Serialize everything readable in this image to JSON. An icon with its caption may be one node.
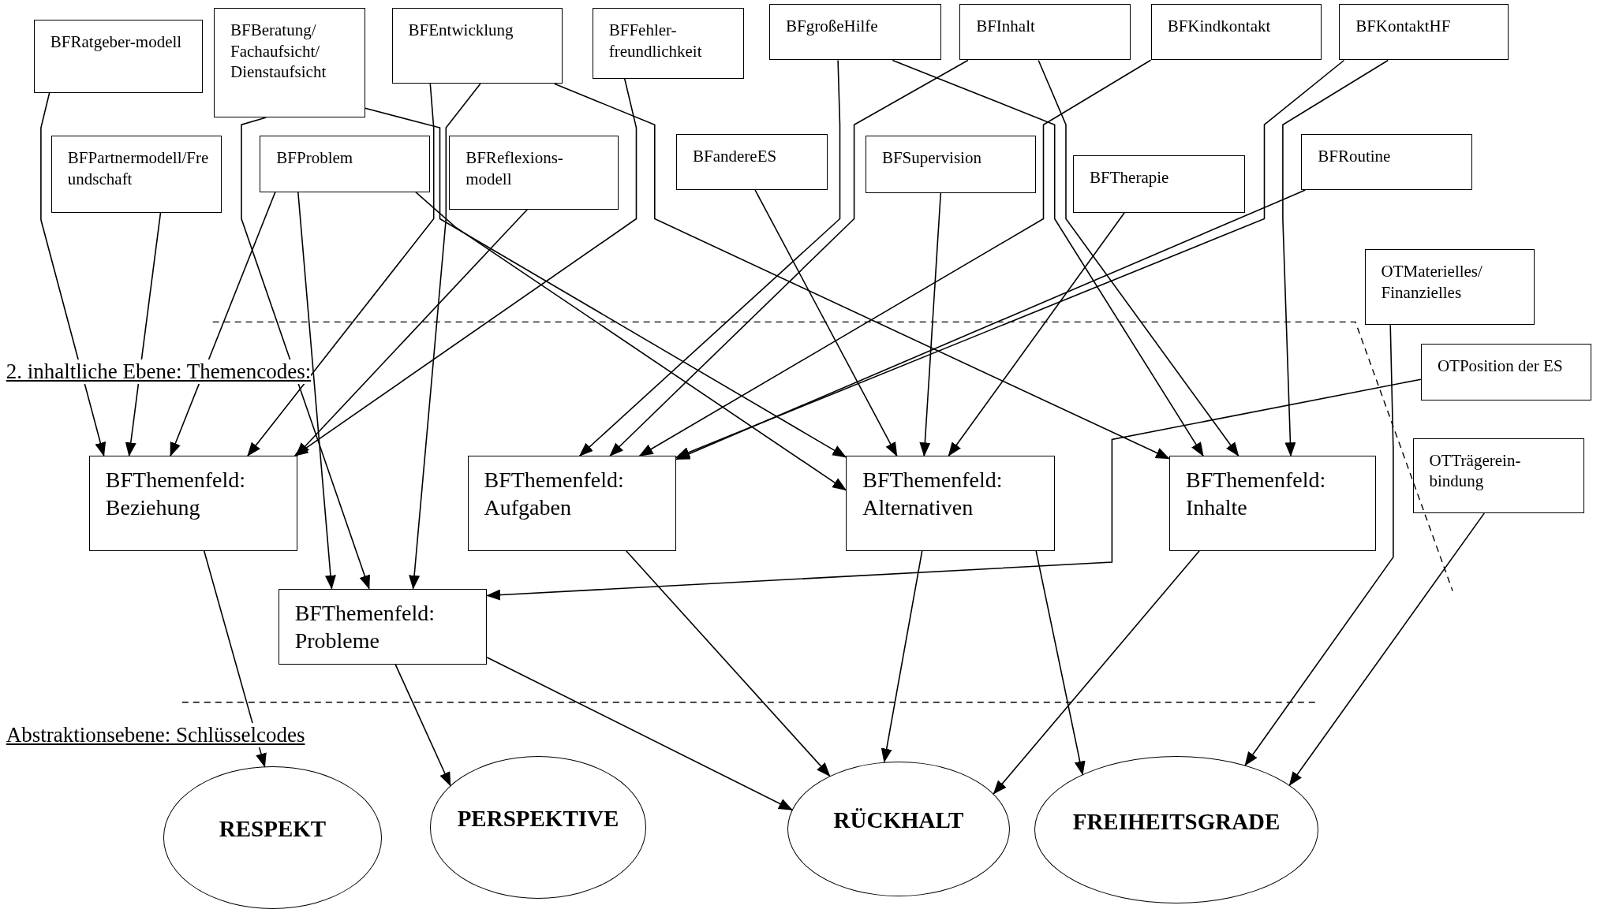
{
  "diagram": {
    "nodes": [
      {
        "text": [
          "BFRatgeber-modell"
        ]
      },
      {
        "text": [
          "BFBeratung/ Fachaufsicht/ Dienstaufsicht"
        ]
      },
      {
        "text": [
          "BFEntwicklung"
        ]
      },
      {
        "text": [
          "BFFehler-freundlichkeit"
        ]
      },
      {
        "text": [
          "BFgroßeHilfe"
        ]
      },
      {
        "text": [
          "BFInhalt"
        ]
      },
      {
        "text": [
          "BFKindkontakt"
        ]
      },
      {
        "text": [
          "BFKontaktHF"
        ]
      },
      {
        "text": [
          "BFPartnermodell/Freundschaft"
        ]
      },
      {
        "text": [
          "BFProblem"
        ]
      },
      {
        "text": [
          "BFReflexions-modell"
        ]
      },
      {
        "text": [
          "BFandereES"
        ]
      },
      {
        "text": [
          "BFSupervision"
        ]
      },
      {
        "text": [
          "BFTherapie"
        ]
      },
      {
        "text": [
          "BFRoutine"
        ]
      },
      {
        "text": [
          "OTMaterielles/ Finanzielles"
        ]
      },
      {
        "text": [
          "OTPosition der ES"
        ]
      },
      {
        "text": [
          "OTTrägerein-bindung"
        ]
      },
      {
        "text": [
          "BFThemenfeld: Beziehung"
        ]
      },
      {
        "text": [
          "BFThemenfeld: Aufgaben"
        ]
      },
      {
        "text": [
          "BFThemenfeld: Alternativen"
        ]
      },
      {
        "text": [
          "BFThemenfeld: Inhalte"
        ]
      },
      {
        "text": [
          "BFThemenfeld: Probleme"
        ]
      },
      {
        "text": [
          "RESPEKT"
        ]
      },
      {
        "text": [
          "PERSPEKTIVE"
        ]
      },
      {
        "text": [
          "RÜCKHALT"
        ]
      },
      {
        "text": [
          "FREIHEITSGRADE"
        ]
      }
    ],
    "edges": [
      {
        "from": 0,
        "to": 18,
        "arrow": "to"
      },
      {
        "from": 8,
        "to": 18,
        "arrow": "to"
      },
      {
        "from": 9,
        "to": 18,
        "arrow": "to"
      },
      {
        "from": 2,
        "to": 18,
        "arrow": "to"
      },
      {
        "from": 3,
        "to": 18,
        "arrow": "to"
      },
      {
        "from": 10,
        "to": 18,
        "arrow": "to"
      },
      {
        "from": 1,
        "to": 22,
        "arrow": "to"
      },
      {
        "from": 9,
        "to": 22,
        "arrow": "to"
      },
      {
        "from": 2,
        "to": 22,
        "arrow": "to"
      },
      {
        "from": 1,
        "to": 20,
        "arrow": "to"
      },
      {
        "from": 9,
        "to": 20,
        "arrow": "to"
      },
      {
        "from": 2,
        "to": 21,
        "arrow": "to"
      },
      {
        "from": 4,
        "to": 19,
        "arrow": "to"
      },
      {
        "from": 4,
        "to": 21,
        "arrow": "to"
      },
      {
        "from": 5,
        "to": 19,
        "arrow": "to"
      },
      {
        "from": 5,
        "to": 21,
        "arrow": "to"
      },
      {
        "from": 6,
        "to": 19,
        "arrow": "to"
      },
      {
        "from": 7,
        "to": 19,
        "arrow": "to"
      },
      {
        "from": 7,
        "to": 21,
        "arrow": "to"
      },
      {
        "from": 11,
        "to": 20,
        "arrow": "to"
      },
      {
        "from": 12,
        "to": 20,
        "arrow": "to"
      },
      {
        "from": 13,
        "to": 20,
        "arrow": "to"
      },
      {
        "from": 14,
        "to": 19,
        "arrow": "to"
      },
      {
        "from": 15,
        "to": 26,
        "arrow": "to"
      },
      {
        "from": 16,
        "to": 22,
        "arrow": "to"
      },
      {
        "from": 17,
        "to": 26,
        "arrow": "to"
      },
      {
        "from": 18,
        "to": 23,
        "arrow": "to"
      },
      {
        "from": 22,
        "to": 24,
        "arrow": "to"
      },
      {
        "from": 22,
        "to": 25,
        "arrow": "to"
      },
      {
        "from": 19,
        "to": 25,
        "arrow": "to"
      },
      {
        "from": 20,
        "to": 25,
        "arrow": "to"
      },
      {
        "from": 20,
        "to": 26,
        "arrow": "to"
      },
      {
        "from": 21,
        "to": 25,
        "arrow": "to"
      }
    ],
    "labels": [
      "2. inhaltliche Ebene: Themencodes:",
      "Abstraktionsebene: Schlüsselcodes"
    ]
  }
}
